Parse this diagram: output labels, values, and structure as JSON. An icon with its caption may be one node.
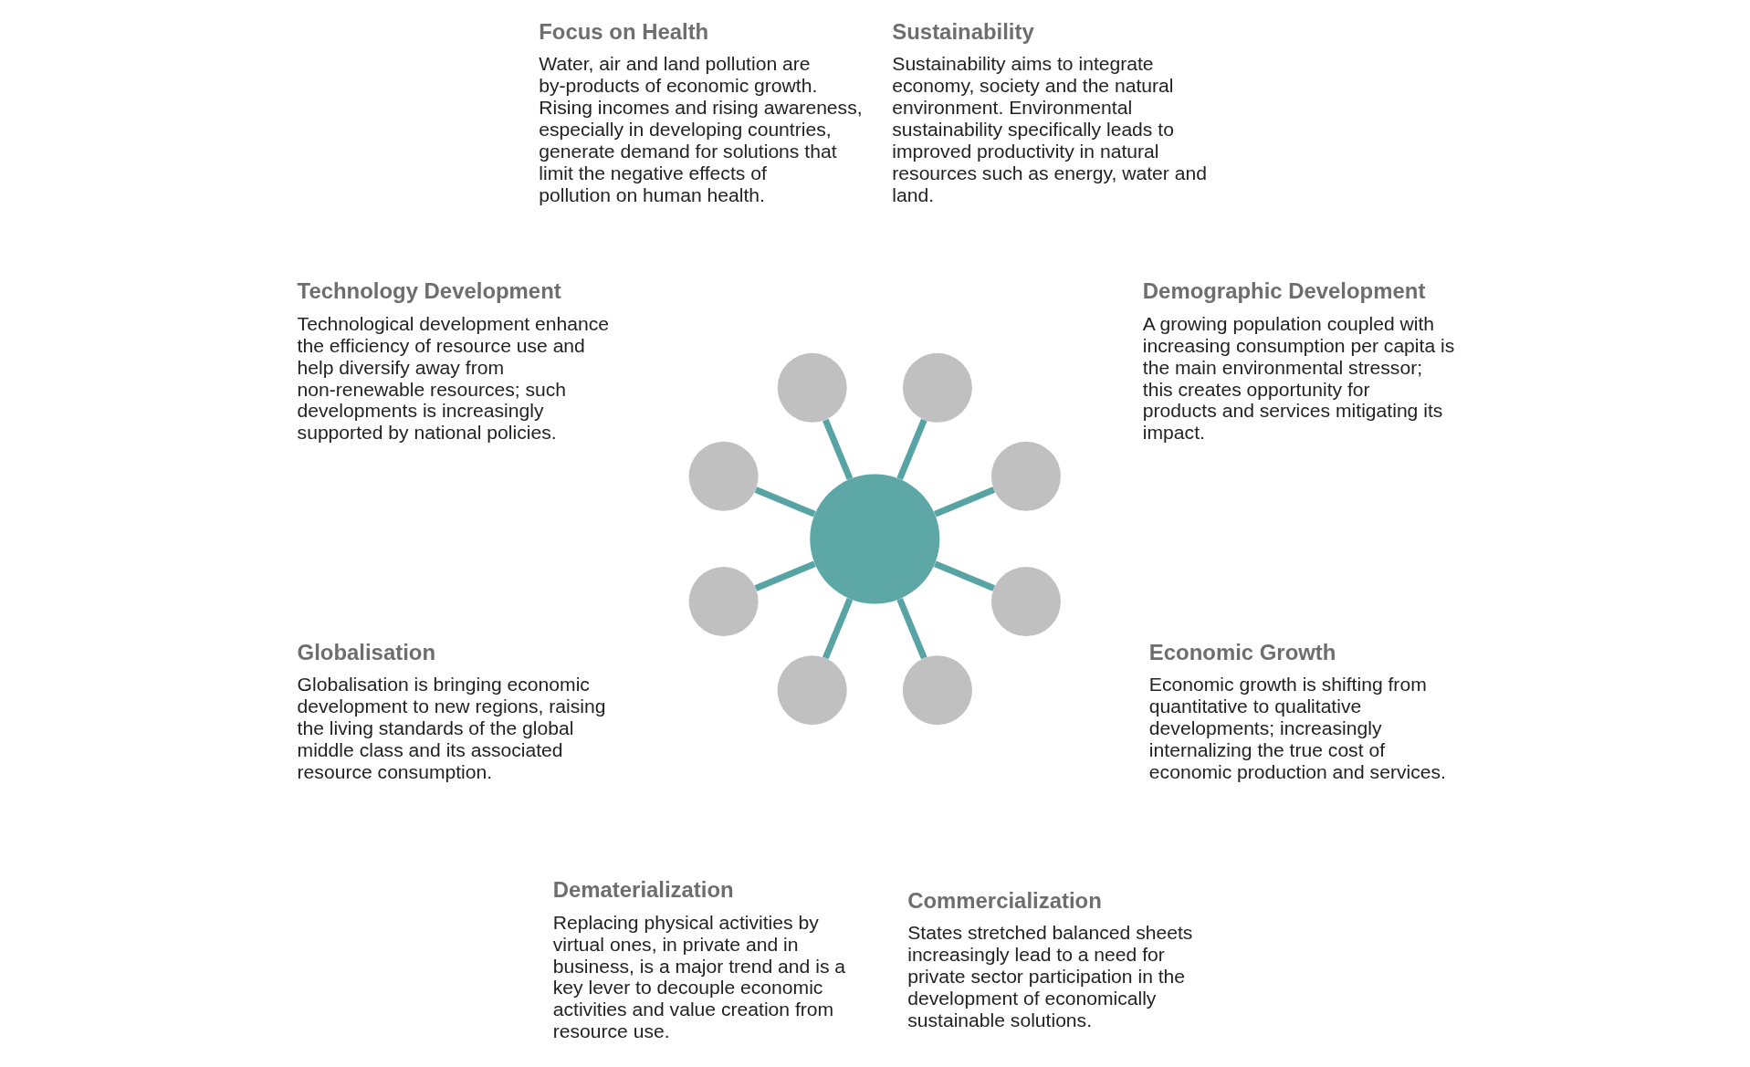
{
  "diagram": {
    "nodes": [
      {
        "text": [],
        "shape": "circle"
      },
      {
        "text": [],
        "shape": "circle",
        "beside": [
          "Demographic Development",
          "A growing population coupled with increasing consumption per capita is the main environmental stressor; this creates opportunity for products and services mitigating its impact."
        ]
      },
      {
        "text": [],
        "shape": "circle",
        "beside": [
          "Sustainability",
          "Sustainability aims to integrate economy, society and the natural environment. Environmental sustainability specifically leads to improved productivity in natural resources such as energy, water and land."
        ]
      },
      {
        "text": [],
        "shape": "circle",
        "beside": [
          "Focus on Health",
          "Water, air and land pollution are by-products of economic growth. Rising incomes and rising awareness, especially in developing countries, generate demand for solutions that limit the negative effects of pollution on human health."
        ]
      },
      {
        "text": [],
        "shape": "circle",
        "beside": [
          "Technology Development",
          "Technological development enhance the efficiency of resource use and help diversify away from non-renewable resources; such developments is increasingly supported by national policies."
        ]
      },
      {
        "text": [],
        "shape": "circle",
        "beside": [
          "Globalisation",
          "Globalisation is bringing economic development to new regions, raising the living standards of the global middle class and its associated resource consumption."
        ]
      },
      {
        "text": [],
        "shape": "circle",
        "beside": [
          "Dematerialization",
          "Replacing physical activities by virtual ones, in private and in business, is a major trend and is a key lever to decouple economic activities and value creation from resource use."
        ]
      },
      {
        "text": [],
        "shape": "circle",
        "beside": [
          "Commercialization",
          "States stretched balanced sheets increasingly lead to a need for private sector participation in the development of economically sustainable solutions."
        ]
      },
      {
        "text": [],
        "shape": "circle",
        "beside": [
          "Economic Growth",
          "Economic growth is shifting from quantitative to qualitative developments; increasingly internalizing the true cost of economic production and services."
        ]
      }
    ],
    "edges": [
      {
        "from": 0,
        "to": 1,
        "arrow": "none"
      },
      {
        "from": 0,
        "to": 2,
        "arrow": "none"
      },
      {
        "from": 0,
        "to": 3,
        "arrow": "none"
      },
      {
        "from": 0,
        "to": 4,
        "arrow": "none"
      },
      {
        "from": 0,
        "to": 5,
        "arrow": "none"
      },
      {
        "from": 0,
        "to": 6,
        "arrow": "none"
      },
      {
        "from": 0,
        "to": 7,
        "arrow": "none"
      },
      {
        "from": 0,
        "to": 8,
        "arrow": "none"
      }
    ]
  }
}
